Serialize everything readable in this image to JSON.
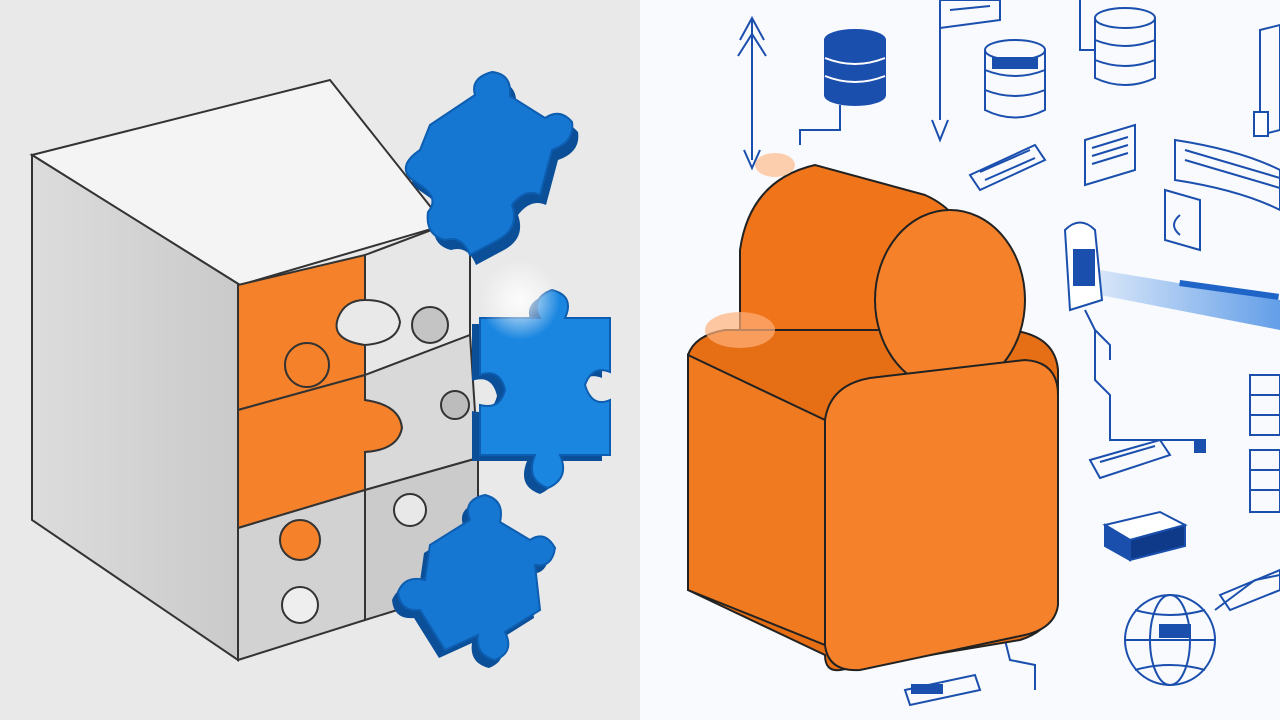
{
  "image": {
    "kind": "illustration",
    "panels": [
      "puzzle-cube",
      "orange-user-block"
    ]
  },
  "colors": {
    "left_background": "#e9e9e9",
    "right_background": "#f8fafd",
    "cube_light": "#ececec",
    "cube_side": "#d3d3d3",
    "orange": "#f5822a",
    "orange_dark": "#e66f15",
    "puzzle_blue": "#1577d1",
    "puzzle_blue_dark": "#0a4f98",
    "line_art_blue": "#1b4fae",
    "outline": "#222222"
  },
  "icons": [
    "puzzle-cube-icon",
    "puzzle-piece-icon",
    "user-block-icon",
    "database-icon",
    "arrow-up-icon",
    "document-icon",
    "server-rack-icon",
    "lock-icon",
    "globe-icon",
    "cable-icon"
  ]
}
